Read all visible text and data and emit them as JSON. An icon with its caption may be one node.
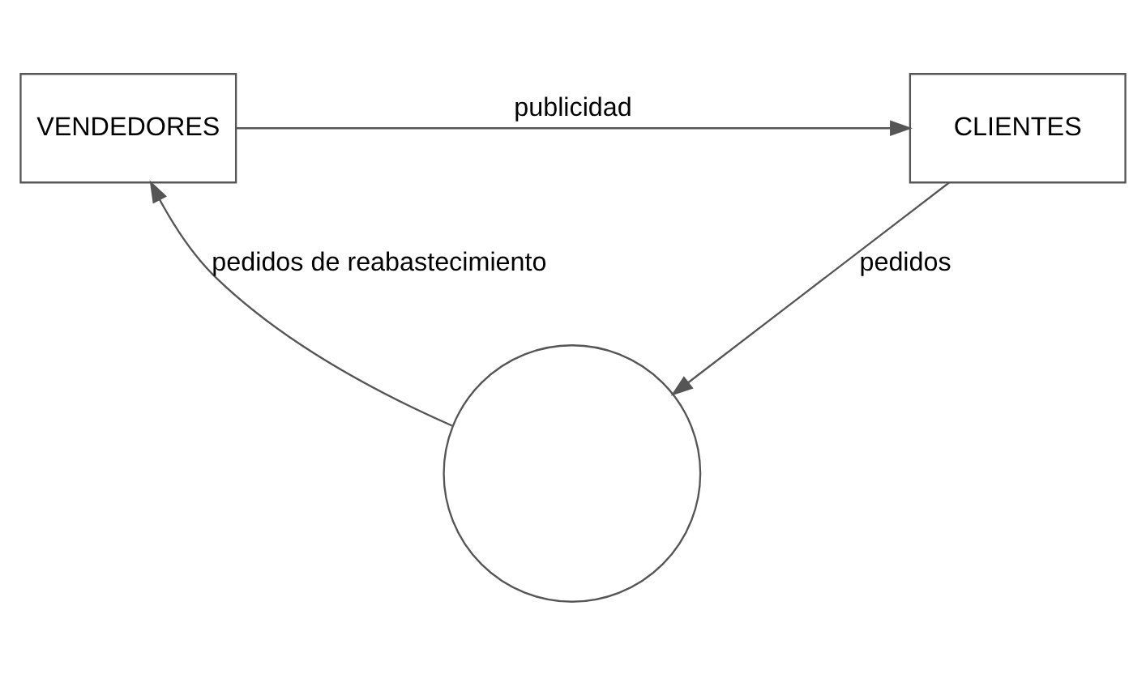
{
  "diagram": {
    "nodes": [
      {
        "text": [
          "CLIENTES"
        ]
      },
      {
        "text": [
          "VENDEDORES"
        ]
      },
      {
        "text": [],
        "shape": "circle"
      }
    ],
    "edges": [
      {
        "from": 1,
        "to": 0,
        "arrow": "to",
        "label": "publicidad"
      },
      {
        "from": 0,
        "to": 2,
        "arrow": "to",
        "label": "pedidos"
      },
      {
        "from": 2,
        "to": 1,
        "arrow": "to",
        "label": "pedidos de reabastecimiento"
      }
    ]
  }
}
